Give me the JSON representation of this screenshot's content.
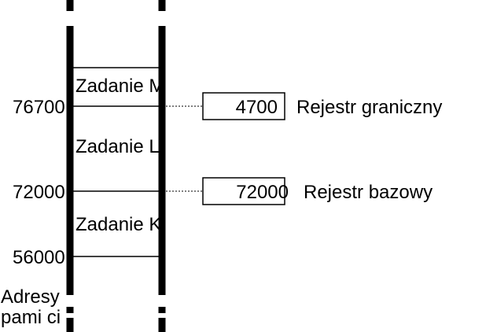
{
  "memory_diagram": {
    "colors": {
      "foreground": "#000000",
      "background": "#ffffff"
    },
    "jobs": [
      {
        "label": "Zadanie M"
      },
      {
        "label": "Zadanie L"
      },
      {
        "label": "Zadanie K"
      }
    ],
    "addresses": [
      {
        "value": "76700"
      },
      {
        "value": "72000"
      },
      {
        "value": "56000"
      }
    ],
    "registers": [
      {
        "value": "4700",
        "label": "Rejestr graniczny"
      },
      {
        "value": "72000",
        "label": "Rejestr bazowy"
      }
    ],
    "axis_label": {
      "line1": "Adresy",
      "line2": "pami ci"
    }
  }
}
